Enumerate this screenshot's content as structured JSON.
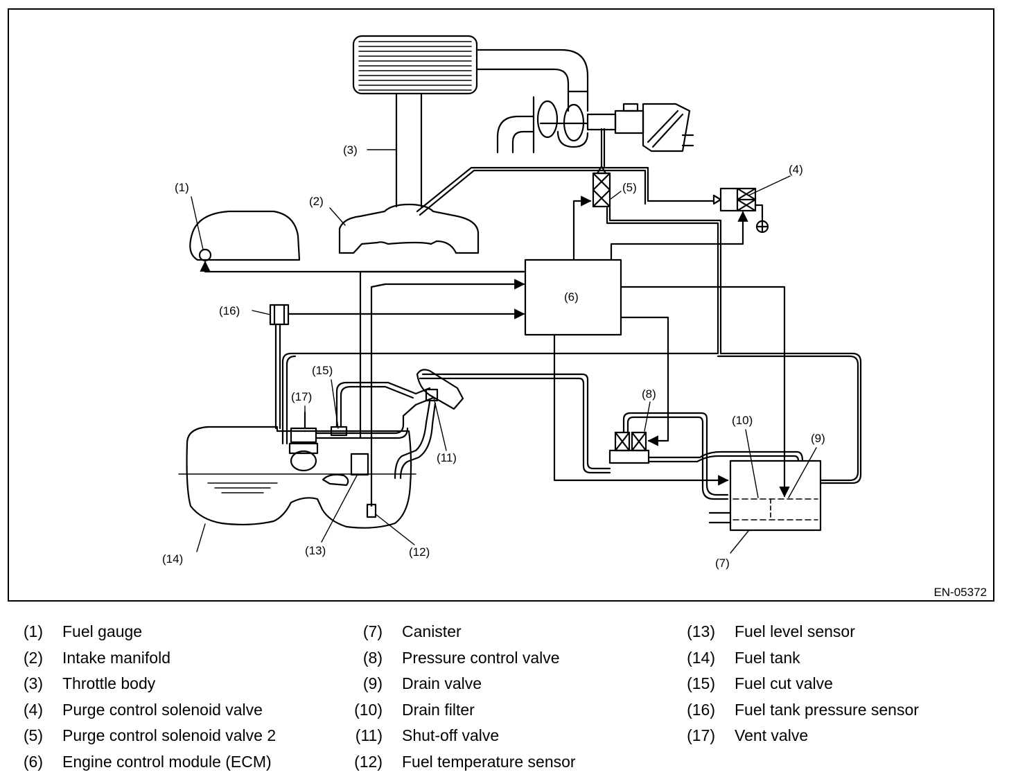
{
  "diagram": {
    "code": "EN-05372",
    "callouts": {
      "c1": "(1)",
      "c2": "(2)",
      "c3": "(3)",
      "c4": "(4)",
      "c5": "(5)",
      "c6": "(6)",
      "c7": "(7)",
      "c8": "(8)",
      "c9": "(9)",
      "c10": "(10)",
      "c11": "(11)",
      "c12": "(12)",
      "c13": "(13)",
      "c14": "(14)",
      "c15": "(15)",
      "c16": "(16)",
      "c17": "(17)"
    }
  },
  "legend": {
    "col1": [
      {
        "num": "(1)",
        "text": "Fuel gauge"
      },
      {
        "num": "(2)",
        "text": "Intake manifold"
      },
      {
        "num": "(3)",
        "text": "Throttle body"
      },
      {
        "num": "(4)",
        "text": "Purge control solenoid valve"
      },
      {
        "num": "(5)",
        "text": "Purge control solenoid valve 2"
      },
      {
        "num": "(6)",
        "text": "Engine control module (ECM)"
      }
    ],
    "col2": [
      {
        "num": "(7)",
        "text": "Canister"
      },
      {
        "num": "(8)",
        "text": "Pressure control valve"
      },
      {
        "num": "(9)",
        "text": "Drain valve"
      },
      {
        "num": "(10)",
        "text": "Drain filter"
      },
      {
        "num": "(11)",
        "text": "Shut-off valve"
      },
      {
        "num": "(12)",
        "text": "Fuel temperature sensor"
      }
    ],
    "col3": [
      {
        "num": "(13)",
        "text": "Fuel level sensor"
      },
      {
        "num": "(14)",
        "text": "Fuel tank"
      },
      {
        "num": "(15)",
        "text": "Fuel cut valve"
      },
      {
        "num": "(16)",
        "text": "Fuel tank pressure sensor"
      },
      {
        "num": "(17)",
        "text": "Vent valve"
      }
    ]
  }
}
